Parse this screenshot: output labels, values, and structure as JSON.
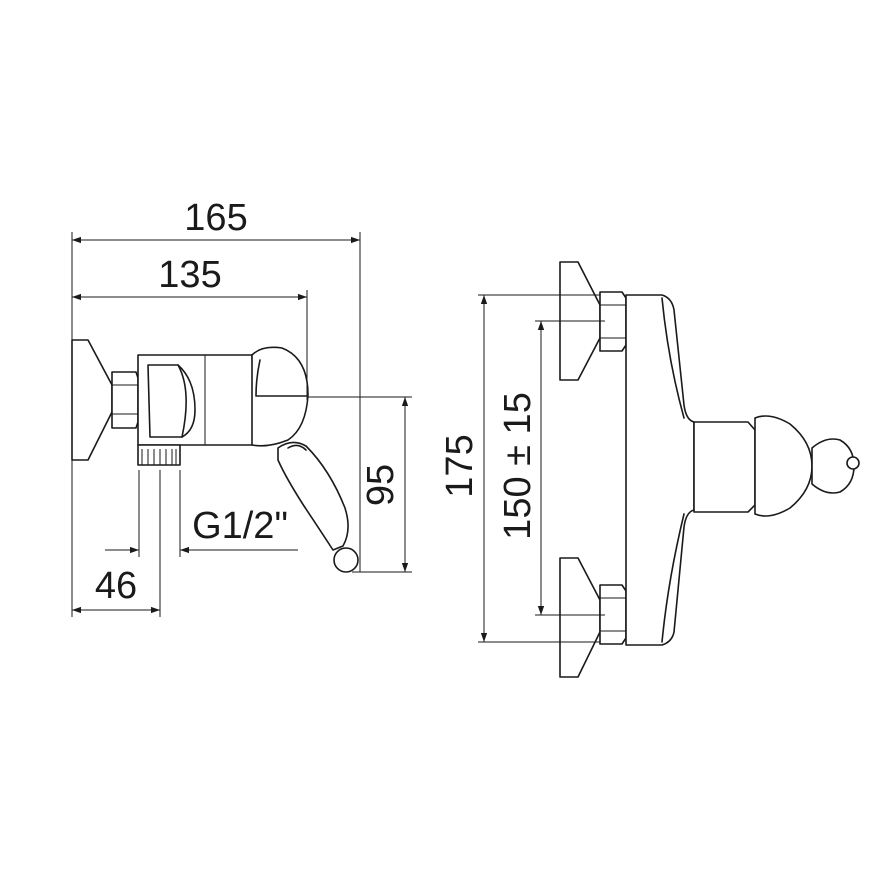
{
  "drawing": {
    "side_view": {
      "dim_overall_width": "165",
      "dim_body_width": "135",
      "dim_wall_offset": "46",
      "dim_height": "95",
      "thread_label": "G1/2\""
    },
    "front_view": {
      "dim_overall_height": "175",
      "dim_inlet_spacing": "150 ± 15"
    }
  }
}
